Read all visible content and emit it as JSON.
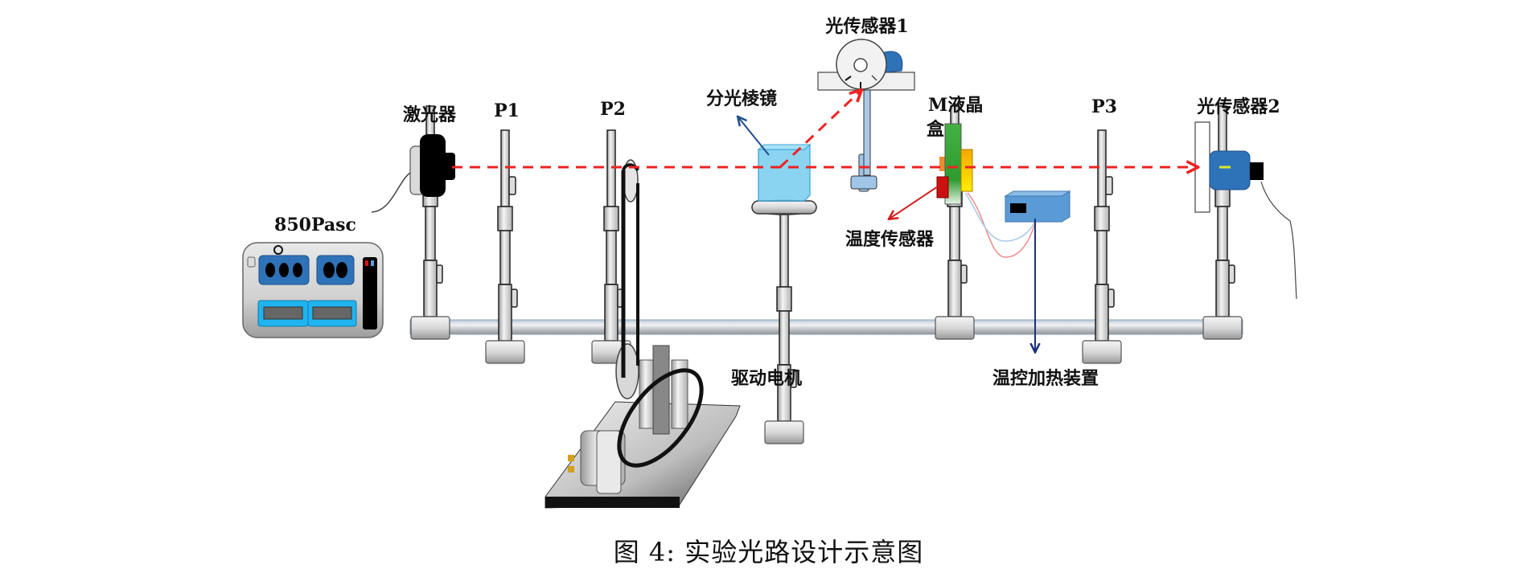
{
  "labels": {
    "controller": "850Pasc",
    "laser": "激光器",
    "p1": "P1",
    "p2": "P2",
    "beam_splitter": "分光棱镜",
    "light_sensor_1": "光传感器1",
    "lc_cell_line1": "M液晶",
    "lc_cell_line2": "盒",
    "p3": "P3",
    "light_sensor_2": "光传感器2",
    "temp_sensor": "温度传感器",
    "heater": "温控加热装置",
    "motor": "驱动电机"
  },
  "caption": "图 4: 实验光路设计示意图",
  "colors": {
    "laser_beam": "#ee2222",
    "rail": "#c8ccd0",
    "prism": "#7fd0f0",
    "sensor_blue": "#2e73b8",
    "lc_green": "#3aa53a",
    "lc_yellow": "#f5c400",
    "temp_red": "#cc1111",
    "heater_box": "#5b9bd5",
    "arrow_navy": "#1f2f7a",
    "pointer_blue": "#1f4e8c"
  }
}
